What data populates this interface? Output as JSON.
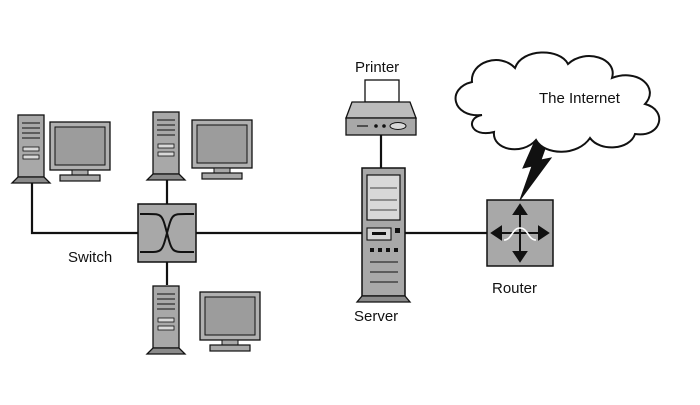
{
  "diagram": {
    "labels": {
      "printer": "Printer",
      "internet": "The Internet",
      "switch": "Switch",
      "router": "Router",
      "server": "Server"
    },
    "colors": {
      "line": "#111111",
      "device_fill": "#a8a8a8",
      "device_light": "#d8d8d8",
      "screen_fill": "#9c9c9c",
      "background": "#ffffff"
    },
    "icons": [
      "network-switch-icon",
      "router-icon",
      "server-icon",
      "printer-icon",
      "cloud-icon",
      "lightning-bolt-icon",
      "desktop-computer-icon"
    ]
  }
}
